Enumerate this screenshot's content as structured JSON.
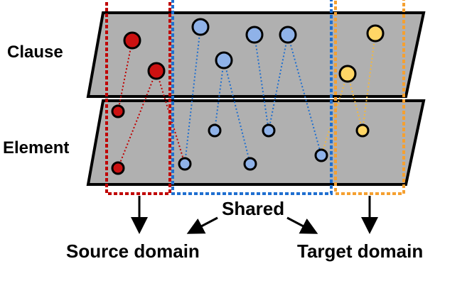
{
  "labels": {
    "clause": "Clause",
    "element": "Element",
    "shared": "Shared",
    "source_domain": "Source domain",
    "target_domain": "Target domain"
  },
  "colors": {
    "plane": "#b0b0b0",
    "source": "#c00000",
    "shared": "#1f6fd0",
    "target": "#f5a030",
    "source_node": "#cc1111",
    "shared_node": "#8fb2e8",
    "target_node": "#ffd666"
  }
}
